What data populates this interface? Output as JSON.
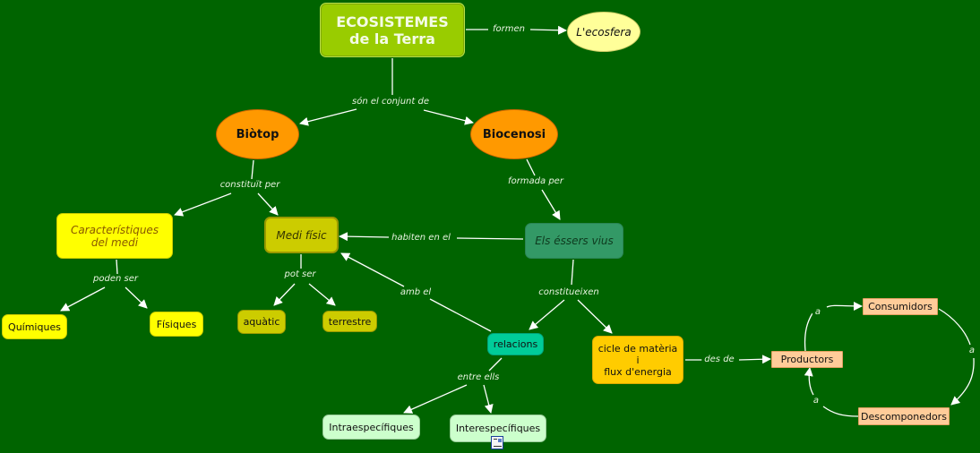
{
  "diagram": {
    "background_color": "#006400",
    "nodes": {
      "ecosistemes": {
        "label": "ECOSISTEMES\nde la Terra",
        "color": "#99cc00"
      },
      "ecosfera": {
        "label": "L'ecosfera",
        "color": "#ffff99"
      },
      "biotop": {
        "label": "Biòtop",
        "color": "#ff9900"
      },
      "biocenosi": {
        "label": "Biocenosi",
        "color": "#ff9900"
      },
      "caracteristiques": {
        "label": "Característiques\ndel medi",
        "color": "#ffff00"
      },
      "medi_fisic": {
        "label": "Medi físic",
        "color": "#cccc00"
      },
      "essers_vius": {
        "label": "Els éssers vius",
        "color": "#339966"
      },
      "quimiques": {
        "label": "Químiques",
        "color": "#ffff00"
      },
      "fisiques": {
        "label": "Físiques",
        "color": "#ffff00"
      },
      "aquatic": {
        "label": "aquàtic",
        "color": "#cccc00"
      },
      "terrestre": {
        "label": "terrestre",
        "color": "#cccc00"
      },
      "relacions": {
        "label": "relacions",
        "color": "#00cc99"
      },
      "cicle": {
        "label": "cicle de matèria\ni\nflux d'energia",
        "color": "#ffcc00"
      },
      "intra": {
        "label": "Intraespecífiques",
        "color": "#ccffcc"
      },
      "inter": {
        "label": "Interespecífiques",
        "color": "#ccffcc"
      },
      "productors": {
        "label": "Productors",
        "color": "#ffcc99"
      },
      "consumidors": {
        "label": "Consumidors",
        "color": "#ffcc99"
      },
      "descomponedors": {
        "label": "Descomponedors",
        "color": "#ffcc99"
      }
    },
    "links": {
      "formen": "formen",
      "son_el_conjunt_de": "són el conjunt de",
      "constituit_per": "constituït per",
      "formada_per": "formada per",
      "poden_ser": "poden ser",
      "pot_ser": "pot ser",
      "habiten_en_el": "habiten en el",
      "amb_el": "amb el",
      "constitueixen": "constitueixen",
      "entre_ells": "entre ells",
      "des_de": "des de",
      "a_prod_cons": "a",
      "a_cons_desc": "a",
      "a_desc_prod": "a"
    },
    "resource_icon": "document-resource-icon"
  }
}
